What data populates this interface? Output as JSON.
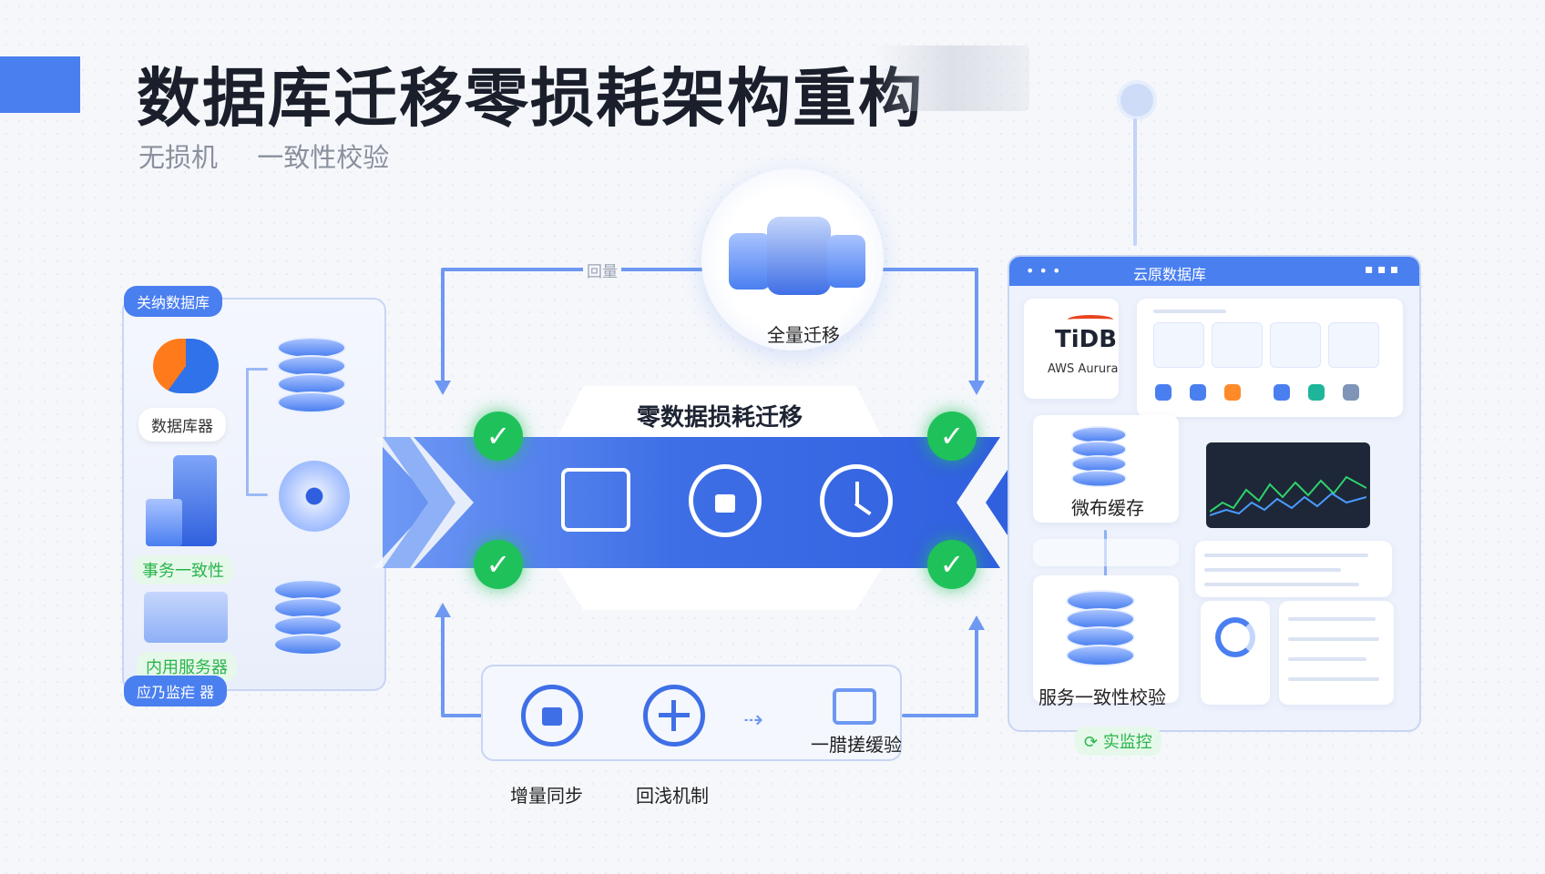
{
  "title": "数据库迁移零损耗架构重构",
  "subtitle": [
    "无损机",
    "一致性校验"
  ],
  "left_panel": {
    "header": "关纳数据库",
    "server_label": "数据库器",
    "consistency_label": "事务一致性",
    "internal_label": "内用服务器",
    "footer": "应乃监疟 器"
  },
  "top_flow_label": "回量",
  "center": {
    "full_migration": "全量迁移",
    "band_title": "零数据损耗迁移"
  },
  "bottom": {
    "cache_label": "一腊搓缓验",
    "incremental": "增量同步",
    "rollback": "回浅机制"
  },
  "right_panel": {
    "header": "云原数据库",
    "tidb": "TiDB",
    "aurora": "AWS Aurura",
    "cache_label": "微布缓存",
    "verify_label": "服务一致性校验",
    "footer_badge": "实监控"
  },
  "colors": {
    "primary": "#4a7ff0",
    "success": "#1fc25a",
    "band_dark": "#2f5fde"
  },
  "icons": [
    "full-migration-db-icon",
    "sync-lock-icon",
    "clock-refresh-icon",
    "check-icon"
  ]
}
